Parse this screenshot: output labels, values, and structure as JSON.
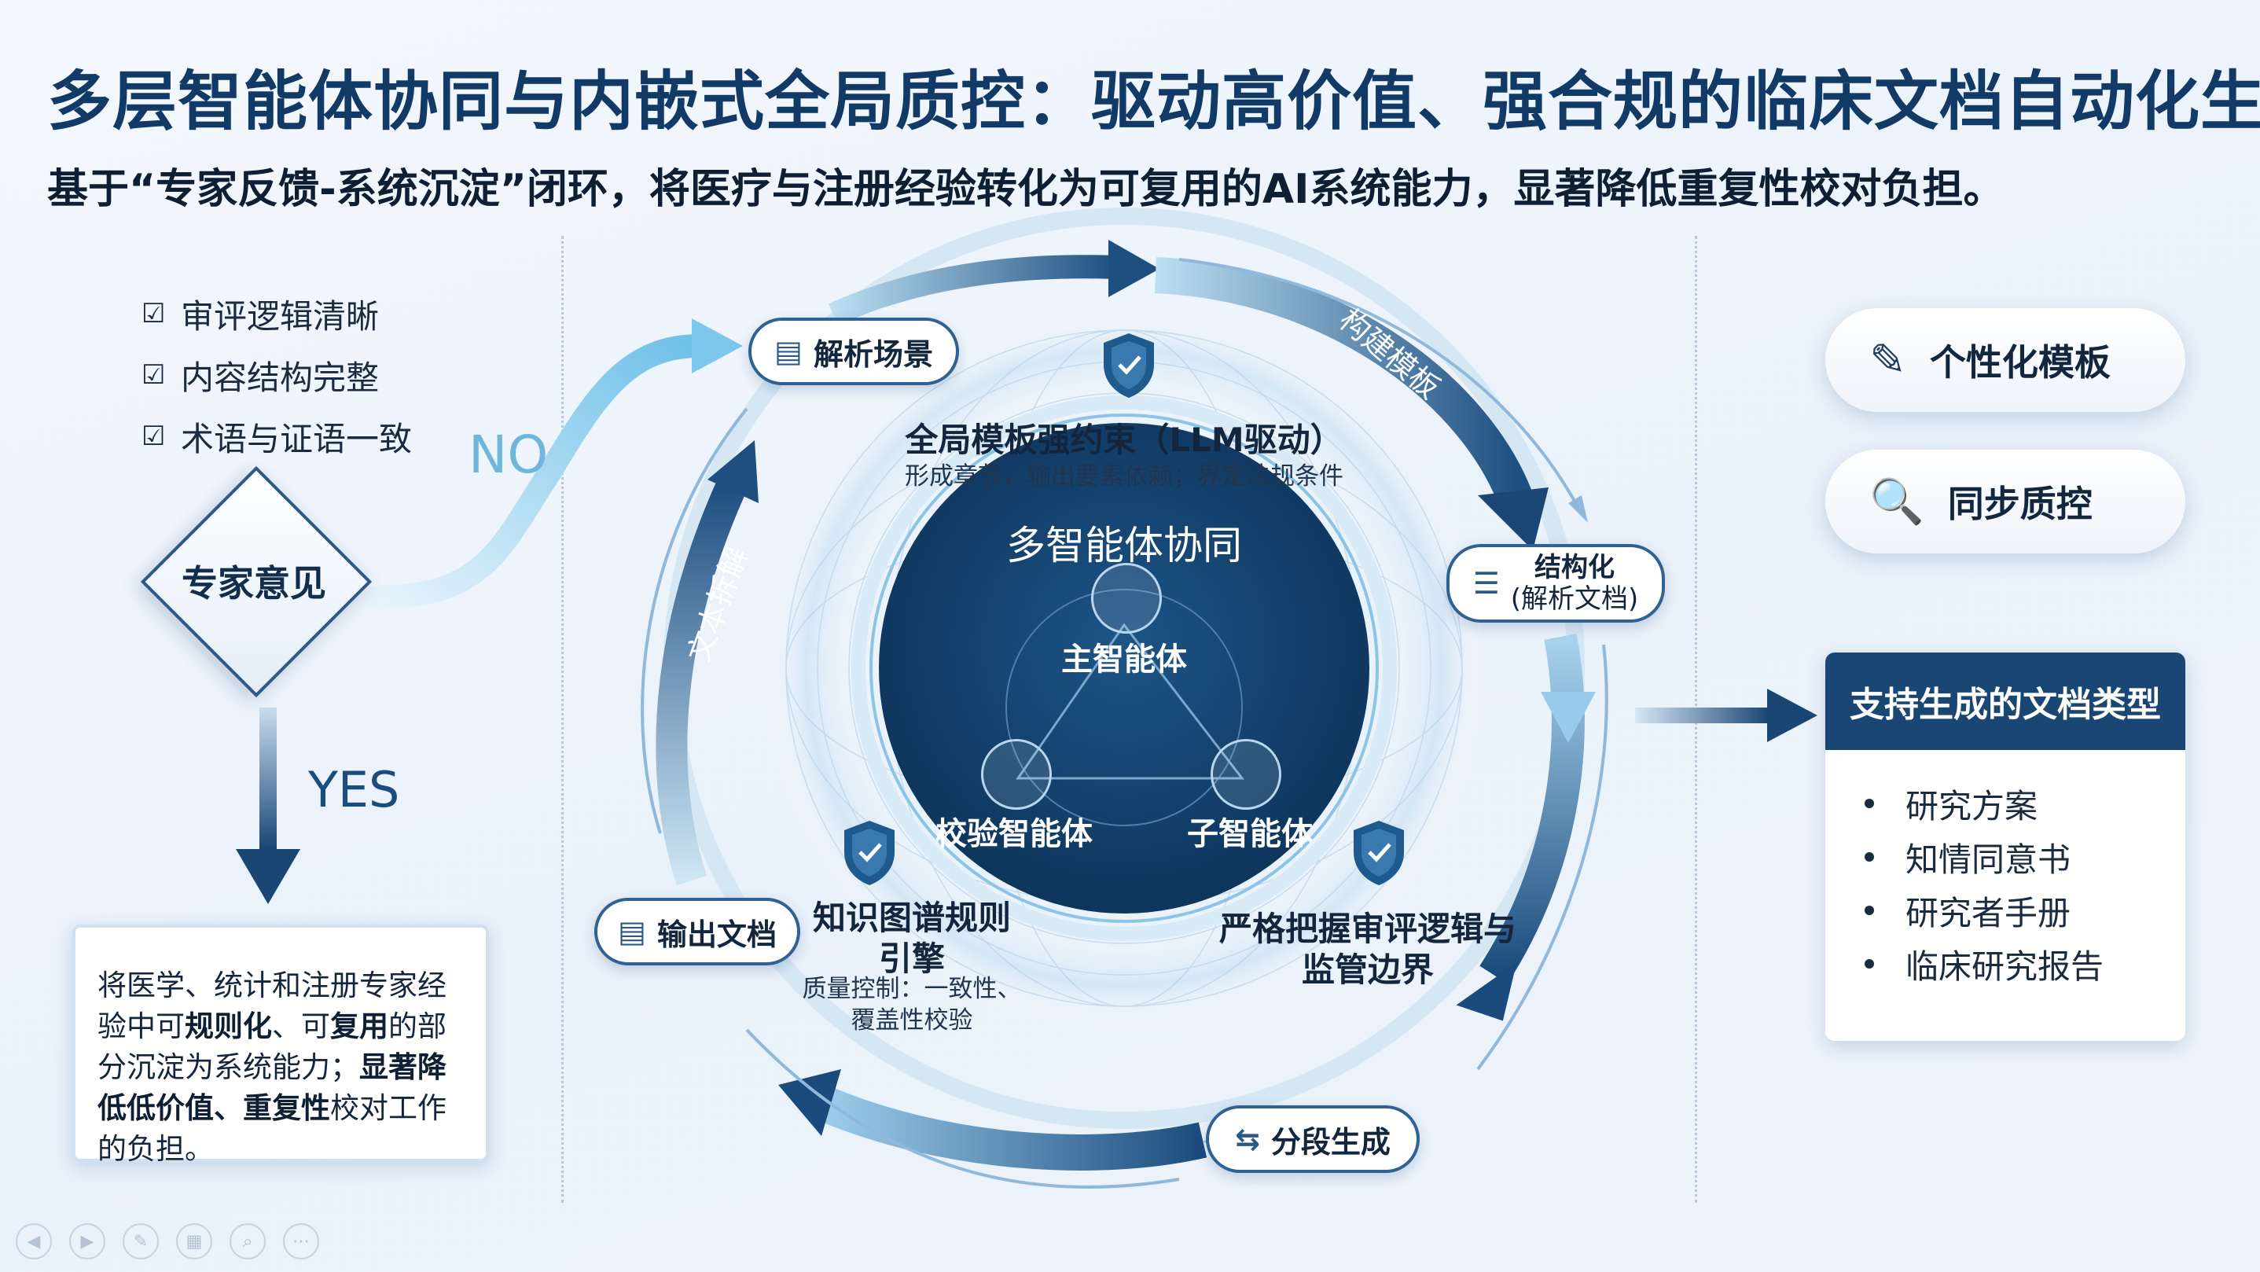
{
  "header": {
    "title": "多层智能体协同与内嵌式全局质控：驱动高价值、强合规的临床文档自动化生成",
    "subtitle": "基于“专家反馈-系统沉淀”闭环，将医疗与注册经验转化为可复用的AI系统能力，显著降低重复性校对负担。"
  },
  "checklist": [
    "审评逻辑清晰",
    "内容结构完整",
    "术语与证语一致"
  ],
  "decision": {
    "label": "专家意见",
    "no": "NO",
    "yes": "YES"
  },
  "note": {
    "t1": "将医学、统计和注册专家经验中可",
    "b1": "规则化",
    "t2": "、可",
    "b2": "复用",
    "t3": "的部分沉淀为系统能力；",
    "b3": "显著降低低价值、重复性",
    "t4": "校对工作的负担。"
  },
  "cycle": {
    "parse": "解析场景",
    "structure": "结构化",
    "structure_sub": "(解析文档)",
    "segment": "分段生成",
    "output": "输出文档",
    "build_template": "构建模板",
    "decompose": "文本拆解"
  },
  "constraints": {
    "global_title": "全局模板强约束（LLM驱动）",
    "global_sub": "形成章节，输出要素依赖；界定法规条件",
    "kg_title": "知识图谱规则引擎",
    "kg_sub": "质量控制：一致性、覆盖性校验",
    "review_title": "严格把握审评逻辑与监管边界"
  },
  "center": {
    "title": "多智能体协同",
    "main_agent": "主智能体",
    "check_agent": "校验智能体",
    "sub_agent": "子智能体"
  },
  "features": {
    "template": "个性化模板",
    "qc": "同步质控"
  },
  "doc_types": {
    "title": "支持生成的文档类型",
    "items": [
      "研究方案",
      "知情同意书",
      "研究者手册",
      "临床研究报告"
    ]
  },
  "colors": {
    "navy": "#1a4674",
    "accent": "#6fb7da",
    "core": "#123f68"
  },
  "icons": [
    "document-icon",
    "shield-check-icon",
    "pen-icon",
    "magnify-doc-icon",
    "network-icon"
  ]
}
